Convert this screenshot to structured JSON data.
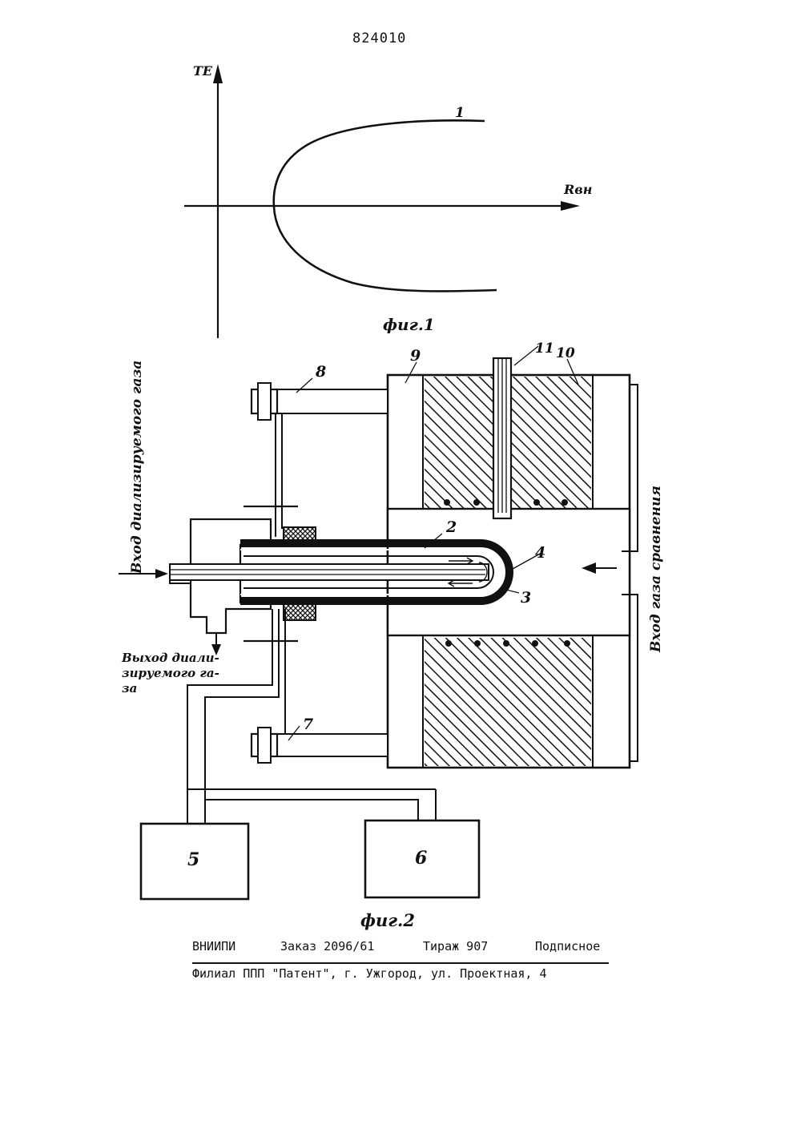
{
  "patent_number": "824010",
  "fig1": {
    "caption": "фиг.1",
    "y_axis_label": "TE",
    "x_axis_label": "Rвн",
    "curve_label": "1"
  },
  "fig2": {
    "caption": "фиг.2",
    "labels": {
      "l1": "2",
      "l2": "3",
      "l3": "4",
      "l4": "5",
      "l5": "6",
      "l6": "7",
      "l7": "8",
      "l8": "9",
      "l9": "10",
      "l10": "11"
    },
    "inlet_analyzed": "Вход диализируемого газа",
    "outlet_analyzed_lines": [
      "Выход диали-",
      "зируемого га-",
      "за"
    ],
    "inlet_reference": "Вход газа сравнения"
  },
  "footer": {
    "org": "ВНИИПИ",
    "order": "Заказ 2096/61",
    "circulation": "Тираж 907",
    "subscription": "Подписное",
    "address": "Филиал ППП \"Патент\", г. Ужгород, ул. Проектная, 4"
  }
}
